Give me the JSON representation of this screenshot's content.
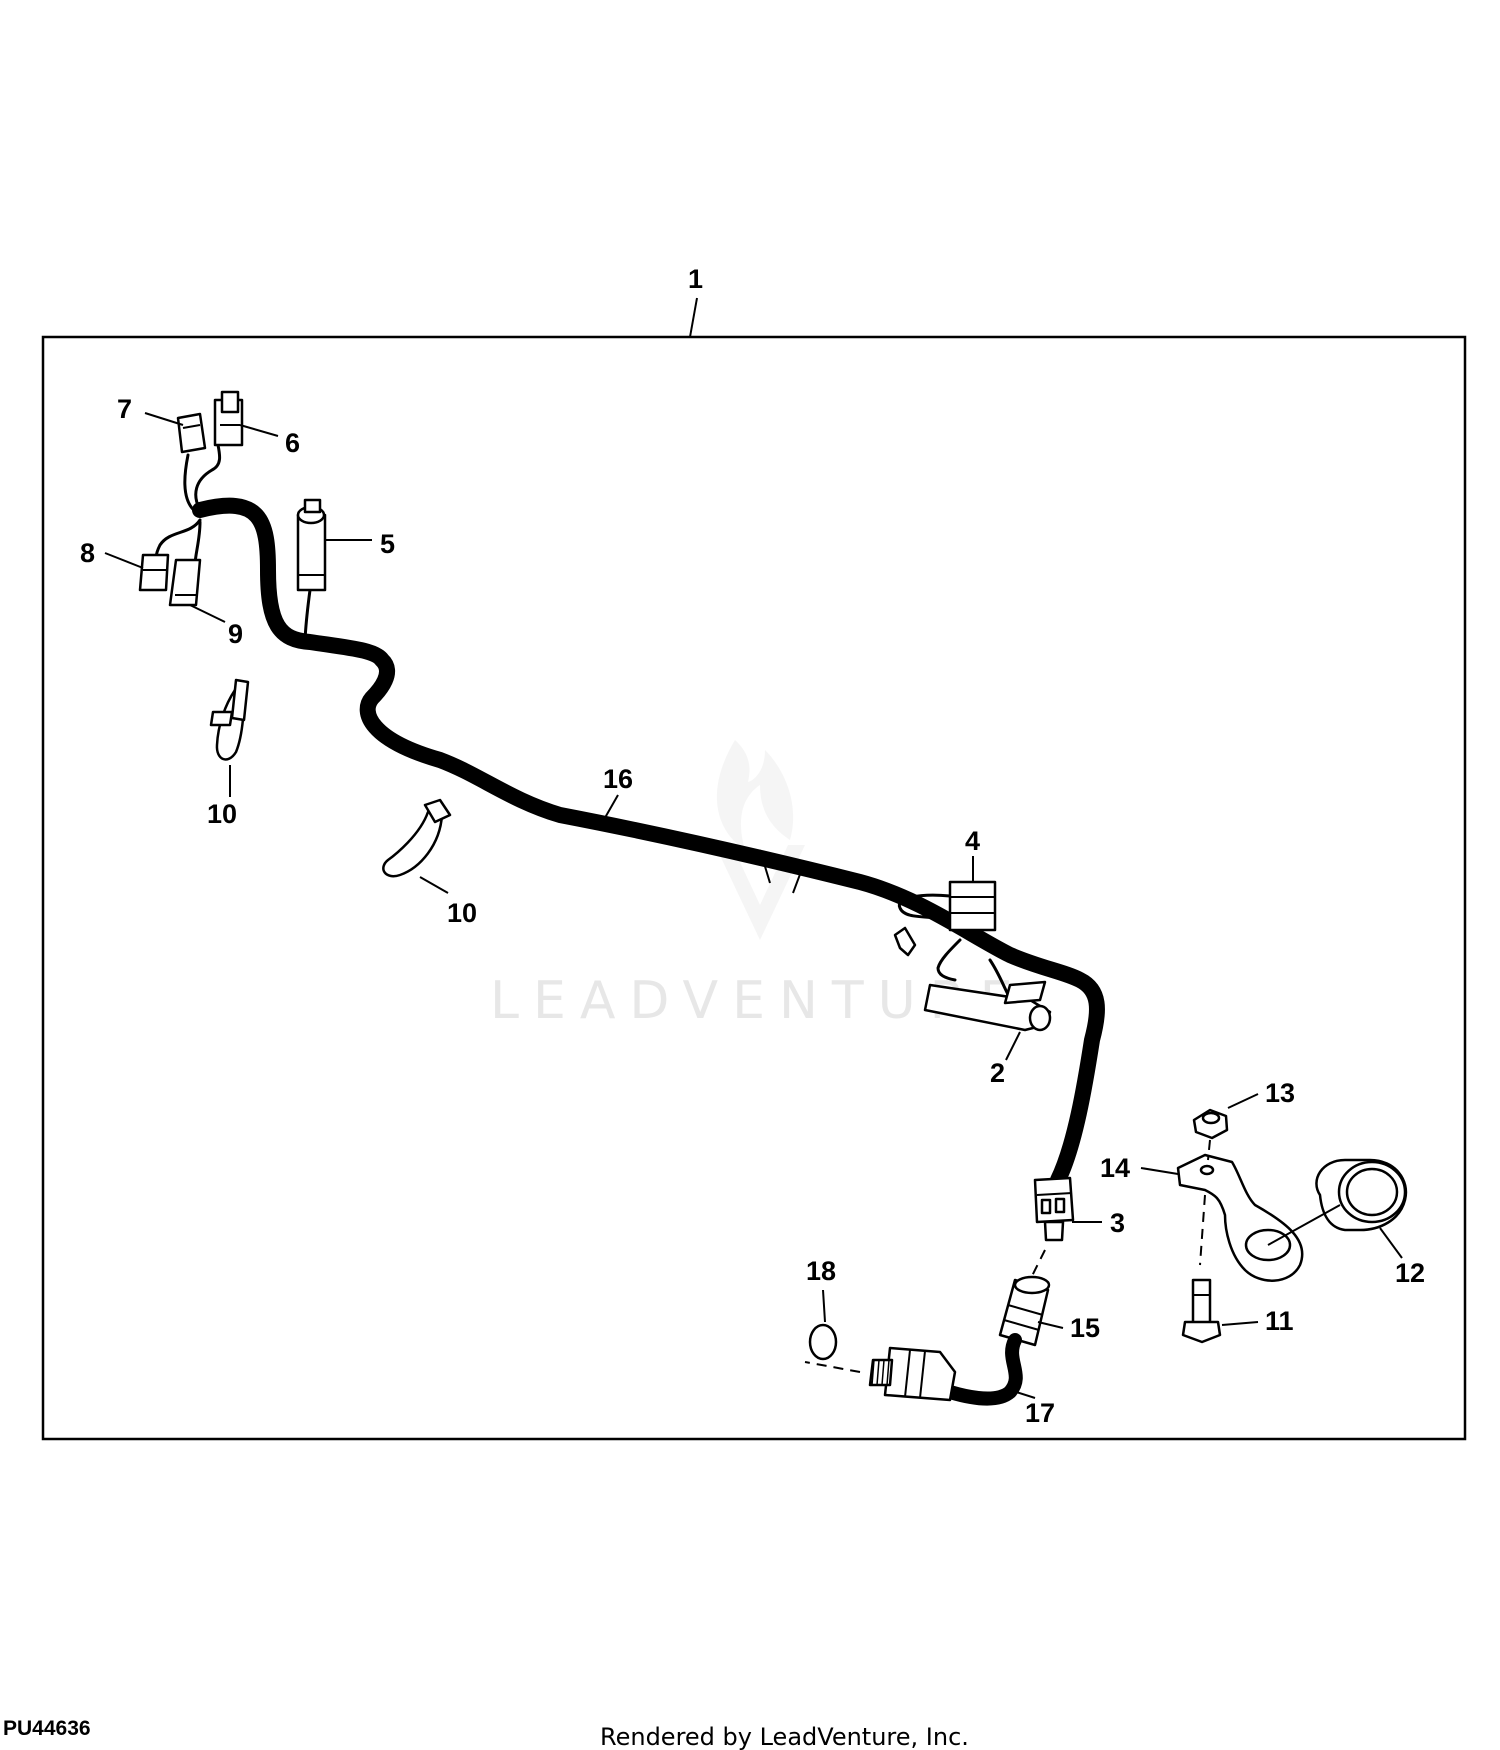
{
  "diagram": {
    "watermark": "LEADVENTURE",
    "callouts": {
      "c1": "1",
      "c2": "2",
      "c3": "3",
      "c4": "4",
      "c5": "5",
      "c6": "6",
      "c7": "7",
      "c8": "8",
      "c9": "9",
      "c10a": "10",
      "c10b": "10",
      "c11": "11",
      "c12": "12",
      "c13": "13",
      "c14": "14",
      "c15": "15",
      "c16": "16",
      "c17": "17",
      "c18": "18"
    },
    "image_id": "PU44636",
    "footer": "Rendered by LeadVenture, Inc."
  }
}
